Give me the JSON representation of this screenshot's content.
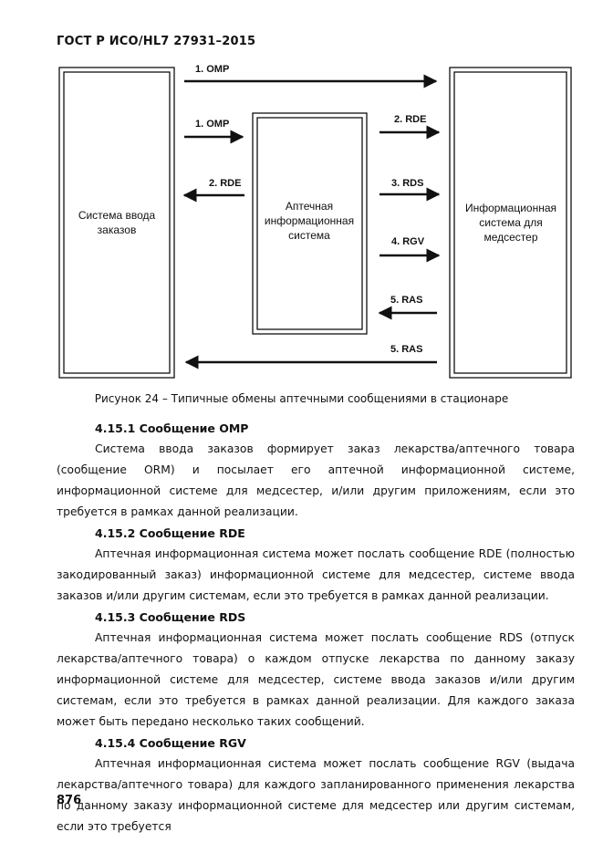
{
  "header": {
    "title": "ГОСТ Р ИСО/HL7 27931–2015"
  },
  "diagram": {
    "boxes": {
      "orders": [
        "Система ввода",
        "заказов"
      ],
      "pharmacy": [
        "Аптечная",
        "информационная",
        "система"
      ],
      "nursing": [
        "Информационная",
        "система для",
        "медсестер"
      ]
    },
    "arrows": {
      "top_omp": "1. OMP",
      "omp": "1. OMP",
      "rde_left": "2. RDE",
      "rde_right": "2. RDE",
      "rds": "3. RDS",
      "rgv": "4. RGV",
      "ras_inner": "5. RAS",
      "ras_bottom": "5. RAS"
    }
  },
  "caption": "Рисунок 24 – Типичные обмены аптечными сообщениями в стационаре",
  "sections": [
    {
      "heading": "4.15.1 Сообщение OMP",
      "text": "Система ввода заказов формирует заказ лекарства/аптечного товара (сообщение ORM) и посылает его аптечной информационной системе, информационной системе для медсестер, и/или другим приложениям, если это требуется в рамках данной реализации."
    },
    {
      "heading": "4.15.2 Сообщение RDE",
      "text": "Аптечная информационная система может послать сообщение RDE (полностью закодированный заказ) информационной системе для медсестер, системе ввода заказов и/или другим системам, если это требуется в рамках данной реализации."
    },
    {
      "heading": "4.15.3 Сообщение RDS",
      "text": "Аптечная информационная система может послать сообщение RDS (отпуск лекарства/аптечного товара) о каждом отпуске лекарства по данному заказу информационной системе для медсестер, системе ввода заказов и/или другим системам, если это требуется в рамках данной реализации. Для каждого заказа может быть передано несколько таких сообщений."
    },
    {
      "heading": "4.15.4 Сообщение RGV",
      "text": "Аптечная информационная система может послать сообщение RGV (выдача лекарства/аптечного товара) для каждого запланированного применения лекарства по данному заказу информационной системе для медсестер или другим системам, если это требуется"
    }
  ],
  "page_number": "876"
}
